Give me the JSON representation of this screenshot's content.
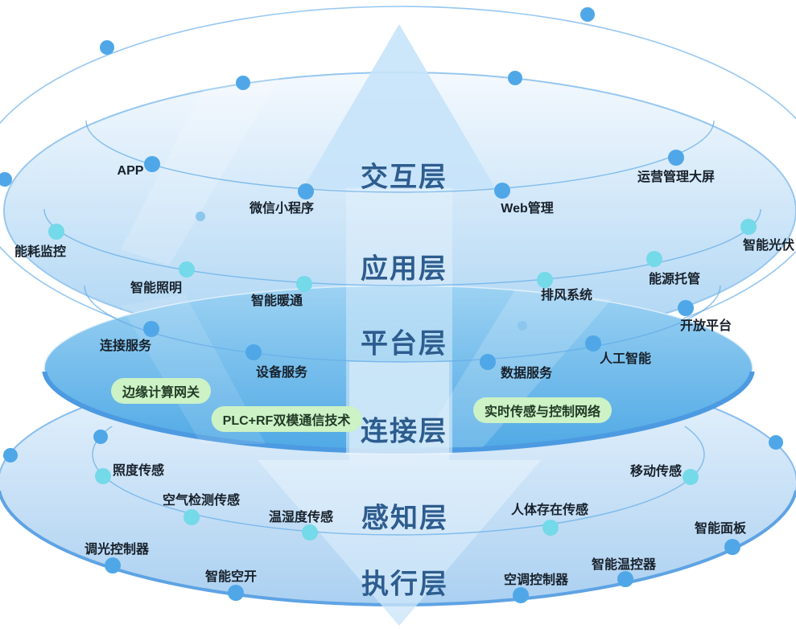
{
  "diagram": {
    "type": "layered-architecture",
    "layers": [
      {
        "name": "交互层",
        "items": [
          "APP",
          "微信小程序",
          "Web管理",
          "运营管理大屏"
        ]
      },
      {
        "name": "应用层",
        "items": [
          "能耗监控",
          "智能照明",
          "智能暖通",
          "排风系统",
          "能源托管",
          "智能光伏"
        ]
      },
      {
        "name": "平台层",
        "items": [
          "连接服务",
          "设备服务",
          "数据服务",
          "人工智能",
          "开放平台"
        ]
      },
      {
        "name": "连接层",
        "items": [
          "边缘计算网关",
          "PLC+RF双模通信技术",
          "实时传感与控制网络"
        ]
      },
      {
        "name": "感知层",
        "items": [
          "照度传感",
          "空气检测传感",
          "温湿度传感",
          "人体存在传感",
          "移动传感",
          "智能面板"
        ]
      },
      {
        "name": "执行层",
        "items": [
          "调光控制器",
          "智能空开",
          "空调控制器",
          "智能温控器"
        ]
      }
    ],
    "colors": {
      "layer_title": "#2d5c8e",
      "label_text": "#17202a",
      "pill_bg": "#ccf2c5",
      "pill_text": "#223a26",
      "dot_blue": "#4fa7e8",
      "dot_cyan": "#74d9e8",
      "disk_light": "#abd4f3",
      "disk_saturated": "#4fa9e5",
      "ring_stroke": "#64ace7",
      "arrow": "#c7e3f9"
    }
  }
}
